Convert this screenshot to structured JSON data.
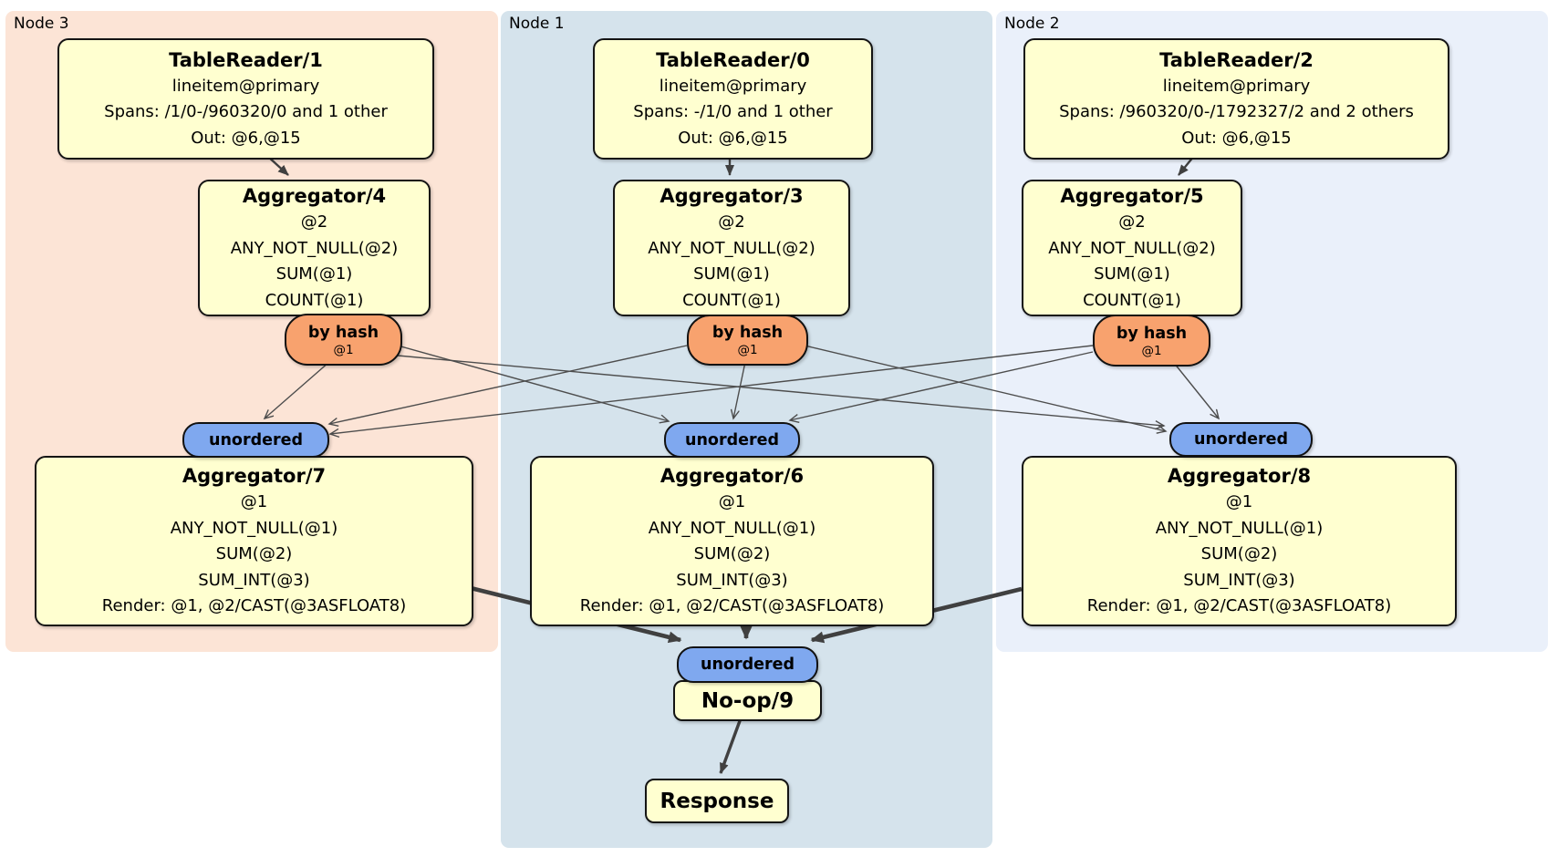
{
  "panels": {
    "node3": {
      "label": "Node 3",
      "bg": "#fce4d6"
    },
    "node1": {
      "label": "Node 1",
      "bg": "#d5e3ec"
    },
    "node2": {
      "label": "Node 2",
      "bg": "#eaf0fa"
    }
  },
  "nodes": {
    "tr1": {
      "title": "TableReader/1",
      "lines": [
        "lineitem@primary",
        "Spans: /1/0-/960320/0 and 1 other",
        "Out: @6,@15"
      ]
    },
    "tr0": {
      "title": "TableReader/0",
      "lines": [
        "lineitem@primary",
        "Spans: -/1/0 and 1 other",
        "Out: @6,@15"
      ]
    },
    "tr2": {
      "title": "TableReader/2",
      "lines": [
        "lineitem@primary",
        "Spans: /960320/0-/1792327/2 and 2 others",
        "Out: @6,@15"
      ]
    },
    "agg4": {
      "title": "Aggregator/4",
      "lines": [
        "@2",
        "ANY_NOT_NULL(@2)",
        "SUM(@1)",
        "COUNT(@1)"
      ]
    },
    "agg3": {
      "title": "Aggregator/3",
      "lines": [
        "@2",
        "ANY_NOT_NULL(@2)",
        "SUM(@1)",
        "COUNT(@1)"
      ]
    },
    "agg5": {
      "title": "Aggregator/5",
      "lines": [
        "@2",
        "ANY_NOT_NULL(@2)",
        "SUM(@1)",
        "COUNT(@1)"
      ]
    },
    "agg7": {
      "title": "Aggregator/7",
      "lines": [
        "@1",
        "ANY_NOT_NULL(@1)",
        "SUM(@2)",
        "SUM_INT(@3)",
        "Render: @1, @2/CAST(@3ASFLOAT8)"
      ]
    },
    "agg6": {
      "title": "Aggregator/6",
      "lines": [
        "@1",
        "ANY_NOT_NULL(@1)",
        "SUM(@2)",
        "SUM_INT(@3)",
        "Render: @1, @2/CAST(@3ASFLOAT8)"
      ]
    },
    "agg8": {
      "title": "Aggregator/8",
      "lines": [
        "@1",
        "ANY_NOT_NULL(@1)",
        "SUM(@2)",
        "SUM_INT(@3)",
        "Render: @1, @2/CAST(@3ASFLOAT8)"
      ]
    },
    "noop": {
      "title": "No-op/9"
    },
    "response": {
      "title": "Response"
    }
  },
  "routers": {
    "r3": {
      "label": "by hash",
      "detail": "@1"
    },
    "r1": {
      "label": "by hash",
      "detail": "@1"
    },
    "r2": {
      "label": "by hash",
      "detail": "@1"
    }
  },
  "syncs": {
    "s3": {
      "label": "unordered"
    },
    "s1": {
      "label": "unordered"
    },
    "s2": {
      "label": "unordered"
    },
    "final": {
      "label": "unordered"
    }
  },
  "colors": {
    "processor_box": "#ffffd0",
    "router_pill": "#f8a26e",
    "sync_pill": "#7fa8ef",
    "edge": "#404040",
    "border": "#141414"
  }
}
